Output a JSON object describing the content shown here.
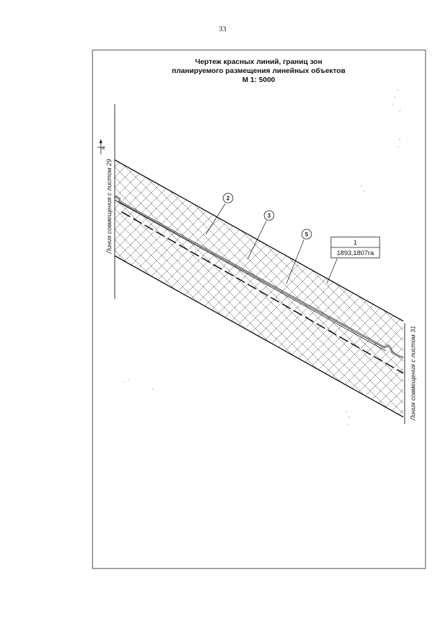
{
  "page_number": "33",
  "title": {
    "line1": "Чертеж красных линий, границ зон",
    "line2": "планируемого размещения линейных объектов",
    "line3": "М 1: 5000"
  },
  "match_lines": {
    "left": "Линия совмещения с листом 29",
    "right": "Линия совмещения с листом 31"
  },
  "north_symbol": "N",
  "callouts": [
    {
      "id": "callout-2",
      "number": "2"
    },
    {
      "id": "callout-3",
      "number": "3"
    },
    {
      "id": "callout-5",
      "number": "5"
    }
  ],
  "area_label": {
    "zone_number": "1",
    "area": "1893,1807га"
  }
}
